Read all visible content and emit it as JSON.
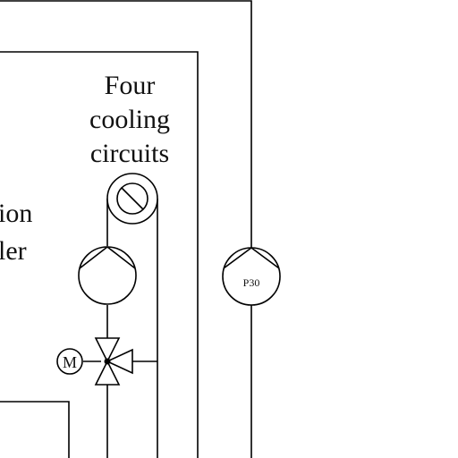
{
  "labels": {
    "four_cooling_line1": "Four",
    "four_cooling_line2": "cooling",
    "four_cooling_line3": "circuits",
    "partial_left_line1": "ion",
    "partial_left_line2": "ler"
  },
  "pump_tag": "P30",
  "motor_label": "M",
  "colors": {
    "line": "#000000",
    "background": "#ffffff"
  },
  "icons": [
    "flow-indicator-icon",
    "pump-icon",
    "three-way-valve-icon",
    "motor-icon",
    "check-valve-icon"
  ]
}
